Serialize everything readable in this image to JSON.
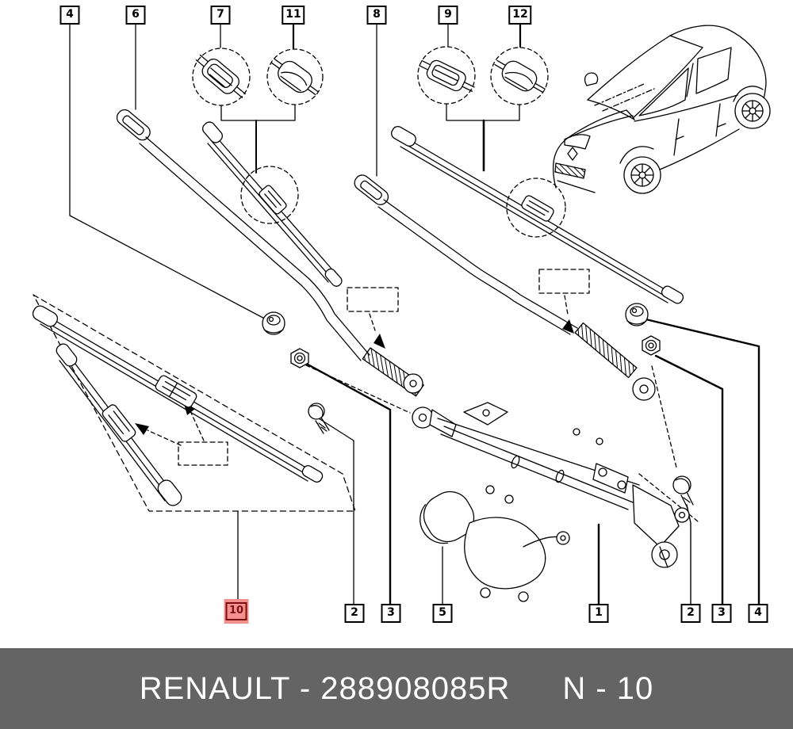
{
  "callouts": {
    "top": [
      {
        "label": "4"
      },
      {
        "label": "6"
      },
      {
        "label": "7"
      },
      {
        "label": "11"
      },
      {
        "label": "8"
      },
      {
        "label": "9"
      },
      {
        "label": "12"
      }
    ],
    "bottom": [
      {
        "label": "10",
        "highlighted": true
      },
      {
        "label": "2"
      },
      {
        "label": "3"
      },
      {
        "label": "5"
      },
      {
        "label": "1"
      },
      {
        "label": "2"
      },
      {
        "label": "3"
      },
      {
        "label": "4"
      }
    ]
  },
  "footer": {
    "brand_code": "RENAULT - 288908085R",
    "page_ref": "N - 10"
  },
  "colors": {
    "line": "#000000",
    "background": "#ffffff",
    "highlight_fill": "#f4918e",
    "highlight_accent": "#7c100f",
    "footer_bg": "#646464",
    "footer_text": "#ffffff"
  }
}
